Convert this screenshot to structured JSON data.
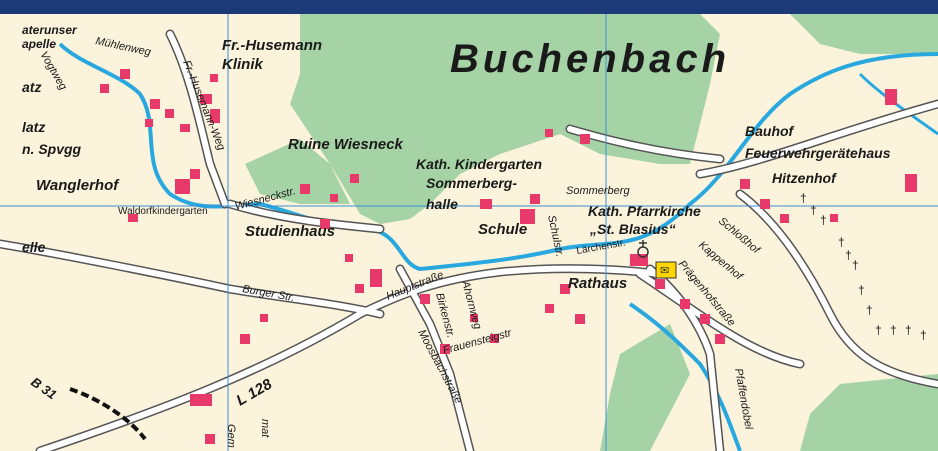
{
  "map": {
    "town_name": "Buchenbach",
    "colors": {
      "background_land": "#fbf3dc",
      "forest": "#a6d3a5",
      "water": "#29a8df",
      "buildings": "#e83a6a",
      "roads_outline": "#555555",
      "grid_lines": "#3b8fd6",
      "frame": "#1d3a78"
    },
    "places": {
      "husemann_klinik_1": "Fr.-Husemann",
      "husemann_klinik_2": "Klinik",
      "ruine_wiesneck": "Ruine Wiesneck",
      "kindergarten": "Kath. Kindergarten",
      "sommerberghalle_1": "Sommerberg-",
      "sommerberghalle_2": "halle",
      "wanglerhof": "Wanglerhof",
      "studienhaus": "Studienhaus",
      "schule": "Schule",
      "pfarrkirche_1": "Kath. Pfarrkirche",
      "pfarrkirche_2": "„St. Blasius“",
      "rathaus": "Rathaus",
      "bauhof": "Bauhof",
      "feuerwehr": "Feuerwehrgerätehaus",
      "hitzenhof": "Hitzenhof",
      "waldorfkindergarten": "Waldorfkindergarten",
      "vaterunser_kapelle_1": "aterunser",
      "vaterunser_kapelle_2": "apelle",
      "platz": "latz",
      "spvgg": "n. Spvgg",
      "atz": "atz",
      "elle": "elle"
    },
    "streets": {
      "muehlenweg": "Mühlenweg",
      "husemann_weg": "Fr.-Husemann-Weg",
      "wiesneckstr": "Wiesneckstr.",
      "burger_str": "Burger Str.",
      "hauptstrasse": "Hauptstraße",
      "birkenstr": "Birkenstr.",
      "ahornweg": "Ahornweg",
      "frauensteigstr": "Frauensteigstr",
      "moosbachstrasse": "Moosbachstraße",
      "l128": "L 128",
      "b31": "B 31",
      "sommerberg": "Sommerberg",
      "larchenstr": "Lärchenstr.",
      "schulstr": "Schulstr.",
      "schlosshof": "Schloßhof",
      "kappenhof": "Kappenhof",
      "praegenhofstrasse": "Prägenhofstraße",
      "pfaffendobel": "Pfaffendobel",
      "vogtweg": "Vogtweg",
      "gem": "Gem",
      "mat": "mat"
    },
    "icons": [
      "post-office-icon",
      "church-icon",
      "cemetery-cross-icon"
    ]
  }
}
